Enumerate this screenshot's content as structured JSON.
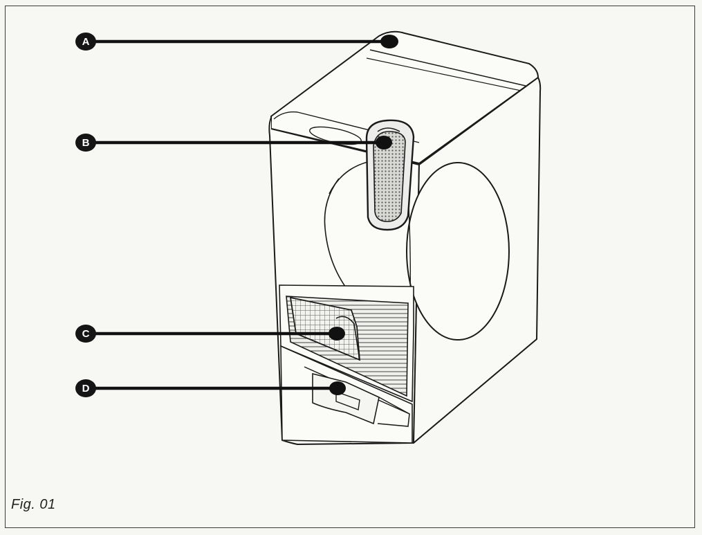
{
  "figure": {
    "caption": "Fig. 01"
  },
  "callouts": [
    {
      "id": "A",
      "label": "A"
    },
    {
      "id": "B",
      "label": "B"
    },
    {
      "id": "C",
      "label": "C"
    },
    {
      "id": "D",
      "label": "D"
    }
  ],
  "colors": {
    "ink": "#1a1a1a",
    "paper": "#f7f7f4",
    "marker": "#151515"
  }
}
